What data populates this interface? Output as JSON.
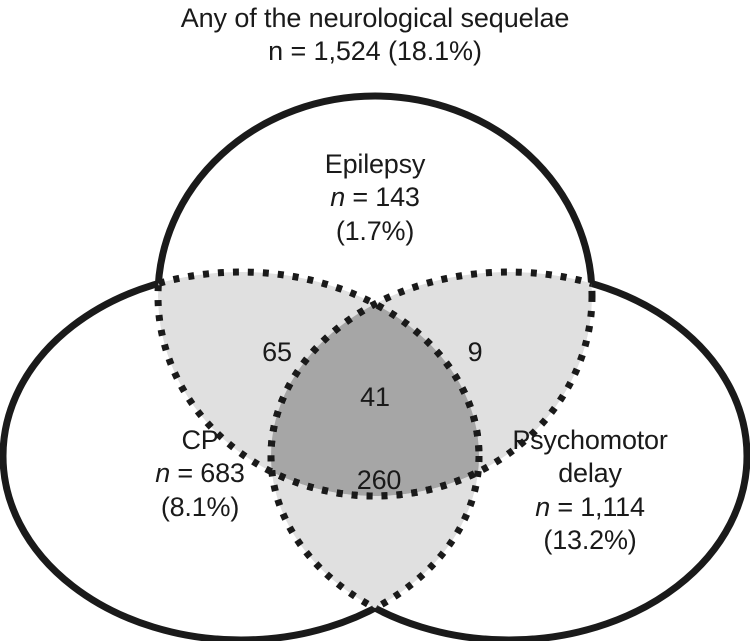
{
  "title": {
    "line1": "Any of the neurological sequelae",
    "line2": "n = 1,524 (18.1%)"
  },
  "sets": {
    "epilepsy": {
      "name": "Epilepsy",
      "n_prefix": "n",
      "n_value": " = 143",
      "percent": "(1.7%)"
    },
    "cp": {
      "name": "CP",
      "n_prefix": "n",
      "n_value": " = 683",
      "percent": "(8.1%)"
    },
    "psychomotor": {
      "name_line1": "Psychomotor",
      "name_line2": "delay",
      "n_prefix": "n",
      "n_value": " = 1,114",
      "percent": "(13.2%)"
    }
  },
  "intersections": {
    "cp_epilepsy": "65",
    "epilepsy_psychomotor": "9",
    "triple": "41",
    "cp_psychomotor": "260"
  },
  "colors": {
    "stroke": "#1a1a1a",
    "pair_fill": "#e0e0e0",
    "triple_fill": "#a6a6a6",
    "background": "#ffffff",
    "text": "#1a1a1a"
  },
  "chart_data": {
    "type": "venn",
    "title": "Any of the neurological sequelae n = 1,524 (18.1%)",
    "total": 1524,
    "total_percent": 18.1,
    "sets": [
      {
        "label": "Epilepsy",
        "n": 143,
        "percent": 1.7
      },
      {
        "label": "CP",
        "n": 683,
        "percent": 8.1
      },
      {
        "label": "Psychomotor delay",
        "n": 1114,
        "percent": 13.2
      }
    ],
    "overlaps": [
      {
        "label": "CP ∩ Epilepsy",
        "value": 65
      },
      {
        "label": "Epilepsy ∩ Psychomotor delay",
        "value": 9
      },
      {
        "label": "CP ∩ Epilepsy ∩ Psychomotor delay",
        "value": 41
      },
      {
        "label": "CP ∩ Psychomotor delay",
        "value": 260
      }
    ],
    "legend": "none",
    "grid": false
  }
}
